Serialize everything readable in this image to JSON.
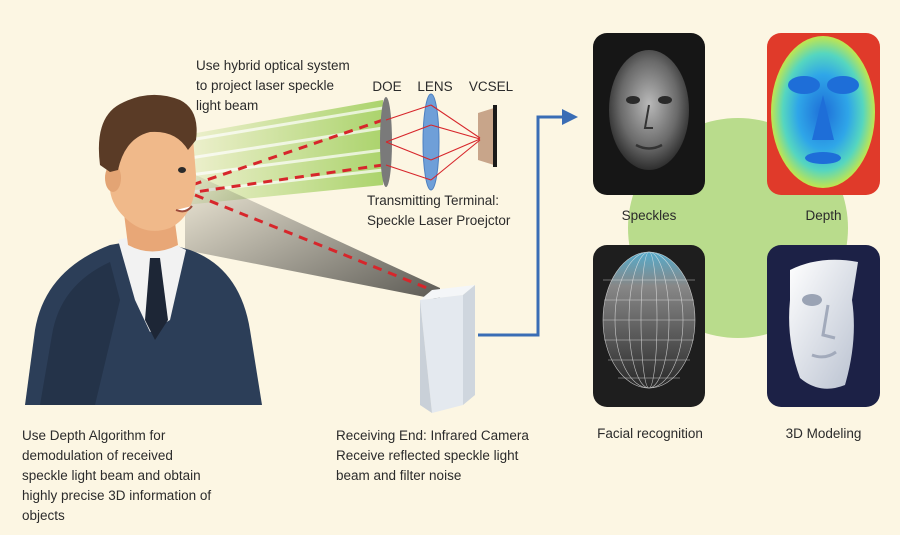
{
  "captions": {
    "hybrid_system": "Use hybrid optical system\nto project laser speckle\nlight beam",
    "transmitting": "Transmitting Terminal:\nSpeckle Laser Proejctor",
    "algorithm": "Use Depth Algorithm for\ndemodulation of received\nspeckle light beam and obtain\nhighly precise 3D information of\nobjects",
    "receiving": "Receiving End: Infrared Camera\nReceive reflected speckle light\nbeam and filter noise"
  },
  "optics": {
    "doe": "DOE",
    "lens": "LENS",
    "vcsel": "VCSEL"
  },
  "thumbnails": {
    "speckles": "Speckles",
    "depth": "Depth",
    "facial_recognition": "Facial recognition",
    "modeling": "3D Modeling"
  },
  "colors": {
    "background": "#fcf6e3",
    "beam_green": "#8cc63f",
    "laser_red": "#d7262b",
    "arrow_blue": "#3a6db5",
    "lens_blue": "#6f9fd8",
    "circle_green": "#b9dc8c",
    "suit_navy": "#2c3e58",
    "camera_body": "#e4e9ef"
  }
}
